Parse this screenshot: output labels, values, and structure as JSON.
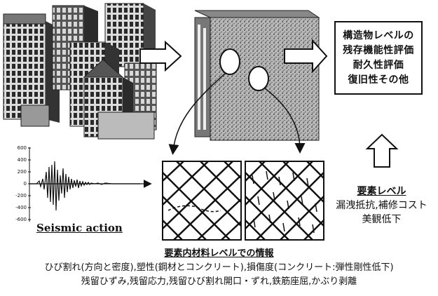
{
  "result_box": {
    "lines": [
      "構造物レベルの",
      "残存機能性評価",
      "耐久性評価",
      "復旧性その他"
    ]
  },
  "element_level": {
    "title": "要素レベル",
    "lines": [
      "漏洩抵抗,補修コスト",
      "美観低下"
    ]
  },
  "seismic": {
    "label": "Seismic action",
    "y_ticks": [
      "600",
      "400",
      "200",
      "0",
      "-200",
      "-400",
      "-600"
    ]
  },
  "material_info": {
    "title": "要素内材料レベルでの情報",
    "lines": [
      "ひび割れ(方向と密度),塑性(鋼材とコンクリート),損傷度(コンクリート:弾性剛性低下)",
      "残留ひずみ,残留応力,残留ひび割れ開口・ずれ,鉄筋座屈,かぶり剥離"
    ]
  },
  "colors": {
    "ink": "#111111",
    "building_dark": "#333333",
    "building_mid": "#777777",
    "concrete": "#9a9a9a"
  },
  "icons": [
    "buildings-illustration",
    "arrow-right-icon",
    "wall-element",
    "cracked-panel",
    "arrow-up-icon",
    "seismic-waveform"
  ]
}
